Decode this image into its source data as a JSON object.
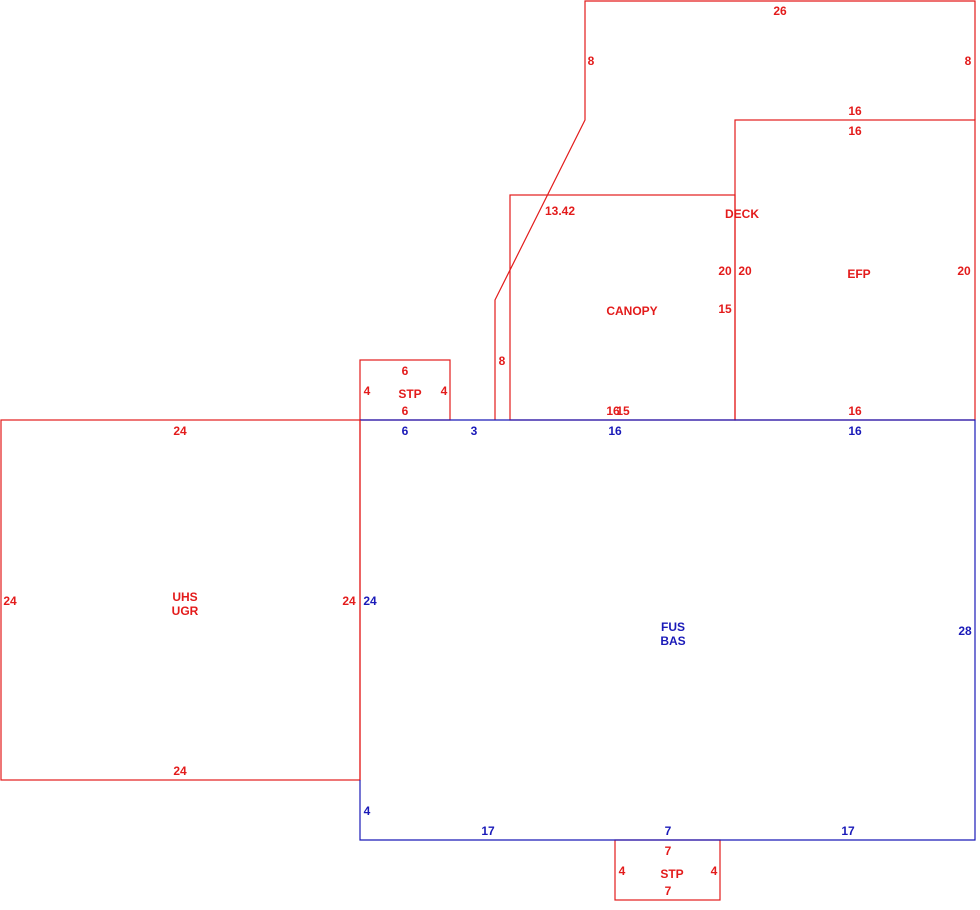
{
  "colors": {
    "red": "#e31b1b",
    "blue": "#1a1ab8"
  },
  "areas": {
    "uhs": {
      "line1": "UHS",
      "line2": "UGR"
    },
    "fus": {
      "line1": "FUS",
      "line2": "BAS"
    },
    "deck": "DECK",
    "canopy": "CANOPY",
    "efp": "EFP",
    "stp_top": "STP",
    "stp_bottom": "STP"
  },
  "dimensions": {
    "deck_top": "26",
    "deck_left": "8",
    "deck_right": "8",
    "deck_diag": "13.42",
    "deck_low_left": "8",
    "efp_top_outer": "16",
    "efp_top": "16",
    "efp_left": "20",
    "efp_right": "20",
    "efp_bottom": "16",
    "canopy_right": "20",
    "canopy_right2": "15",
    "canopy_bottom": "16",
    "canopy_bottom2": "15",
    "stp_top_top": "6",
    "stp_top_bottom": "6",
    "stp_top_left": "4",
    "stp_top_right": "4",
    "uhs_top": "24",
    "uhs_left": "24",
    "uhs_right": "24",
    "uhs_bottom": "24",
    "fus_top_6": "6",
    "fus_top_3": "3",
    "fus_top_16a": "16",
    "fus_top_16b": "16",
    "fus_left": "24",
    "fus_right": "28",
    "fus_left_low": "4",
    "fus_bottom_17a": "17",
    "fus_bottom_7": "7",
    "fus_bottom_17b": "17",
    "stp_bot_top": "7",
    "stp_bot_bottom": "7",
    "stp_bot_left": "4",
    "stp_bot_right": "4"
  }
}
